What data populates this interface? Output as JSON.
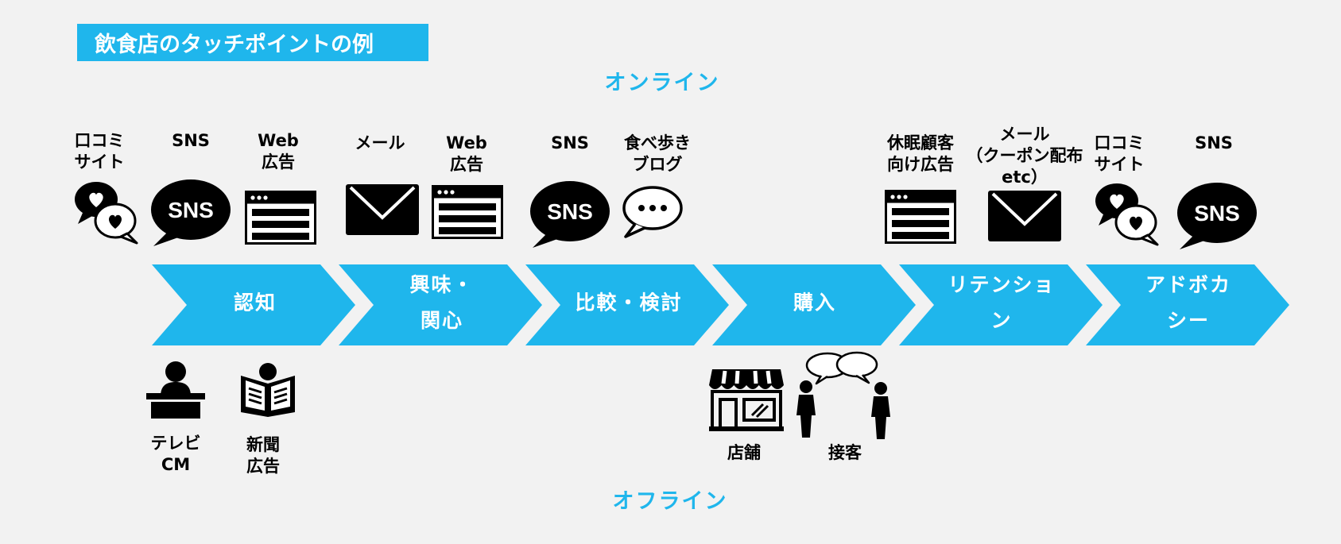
{
  "title": "飲食店のタッチポイントの例",
  "online_label": "オンライン",
  "offline_label": "オフライン",
  "stages": [
    {
      "label": "認知"
    },
    {
      "label": "興味・\n関心"
    },
    {
      "label": "比較・検討"
    },
    {
      "label": "購入"
    },
    {
      "label": "リテンショ\nン"
    },
    {
      "label": "アドボカ\nシー"
    }
  ],
  "online_touchpoints": [
    {
      "label": "口コミ\nサイト",
      "icon": "review-hearts-icon"
    },
    {
      "label": "SNS",
      "icon": "sns-bubble-icon"
    },
    {
      "label": "Web\n広告",
      "icon": "browser-window-icon"
    },
    {
      "label": "メール",
      "icon": "mail-envelope-icon"
    },
    {
      "label": "Web\n広告",
      "icon": "browser-window-icon"
    },
    {
      "label": "SNS",
      "icon": "sns-bubble-icon"
    },
    {
      "label": "食べ歩き\nブログ",
      "icon": "chat-dots-icon"
    },
    {
      "label": "休眠顧客\n向け広告",
      "icon": "browser-window-icon"
    },
    {
      "label": "メール\n（クーポン配布\netc）",
      "icon": "mail-envelope-icon"
    },
    {
      "label": "口コミ\nサイト",
      "icon": "review-hearts-icon"
    },
    {
      "label": "SNS",
      "icon": "sns-bubble-icon"
    }
  ],
  "offline_touchpoints": [
    {
      "label": "テレビ\nCM",
      "icon": "tv-presenter-icon"
    },
    {
      "label": "新聞\n広告",
      "icon": "newspaper-reader-icon"
    },
    {
      "label": "店舗",
      "icon": "storefront-icon"
    },
    {
      "label": "接客",
      "icon": "people-talking-icon"
    }
  ],
  "sns_icon_text": "SNS",
  "colors": {
    "accent": "#1fb6ec",
    "background": "#f2f2f2",
    "icon": "#000000"
  }
}
